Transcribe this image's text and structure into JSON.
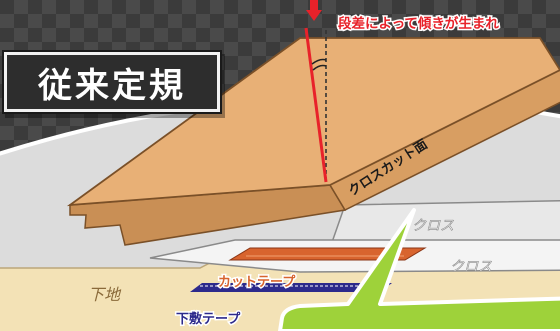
{
  "title": "従来定規",
  "caption": {
    "text": "段差によって傾きが生まれ",
    "color": "#e8222a"
  },
  "labels": {
    "cross_cut_face": "クロスカット面",
    "cross_upper": "クロス",
    "cross_lower": "クロス",
    "cut_tape": "カットテープ",
    "base": "下地",
    "under_tape": "下敷テープ"
  },
  "colors": {
    "ruler_top": "#e8b076",
    "ruler_side": "#c98f55",
    "accent_red": "#e8222a",
    "cut_tape": "#d8642e",
    "under_tape": "#2d2a8c",
    "base": "#f3e2b6",
    "callout": "#9ed23a"
  },
  "icons": [
    "down-arrow-icon",
    "angle-mark-icon"
  ]
}
